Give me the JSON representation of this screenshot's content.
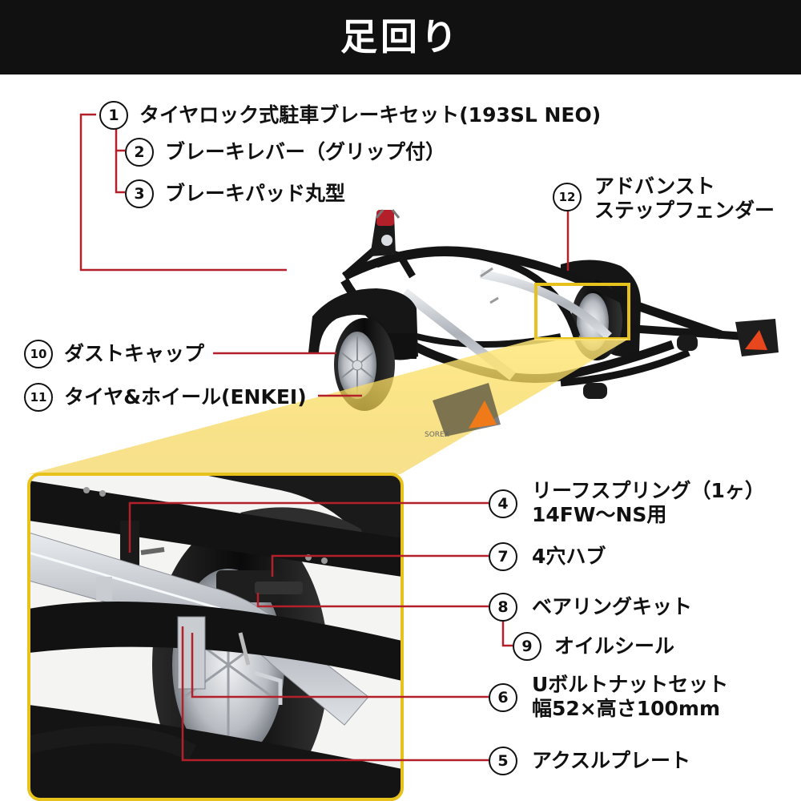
{
  "header": {
    "title": "足回り"
  },
  "colors": {
    "header_bg": "#111111",
    "leader_line": "#b3202a",
    "highlight": "#e8c21c",
    "frame_black": "#121212",
    "galvanized": "#c6cad0",
    "reflector": "#f08020"
  },
  "parts": [
    {
      "num": "1",
      "label": "タイヤロック式駐車ブレーキセット(193SL NEO)"
    },
    {
      "num": "2",
      "label": "ブレーキレバー（グリップ付）"
    },
    {
      "num": "3",
      "label": "ブレーキパッド丸型"
    },
    {
      "num": "4",
      "label": "リーフスプリング（1ヶ）",
      "label2": "14FW〜NS用"
    },
    {
      "num": "5",
      "label": "アクスルプレート"
    },
    {
      "num": "6",
      "label": "Uボルトナットセット",
      "label2": "幅52×高さ100mm"
    },
    {
      "num": "7",
      "label": "4穴ハブ"
    },
    {
      "num": "8",
      "label": "ベアリングキット"
    },
    {
      "num": "9",
      "label": "オイルシール"
    },
    {
      "num": "10",
      "label": "ダストキャップ"
    },
    {
      "num": "11",
      "label": "タイヤ&ホイール(ENKEI)"
    },
    {
      "num": "12",
      "label": "アドバンスト",
      "label2": "ステップフェンダー"
    }
  ]
}
